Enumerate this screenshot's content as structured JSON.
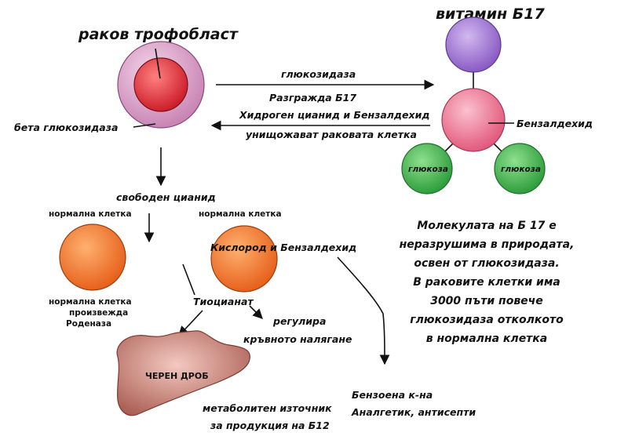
{
  "titles": {
    "trophoblast": "раков трофобласт",
    "vitamin": "витамин Б17"
  },
  "labels": {
    "beta_glucosidase": "бета глюкозидаза",
    "glucosidase": "глюкозидаза",
    "breaks_down": "Разгражда Б17",
    "hydrogen_cyanide": "Хидроген цианид и Бензалдехид",
    "destroy_cell": "унищожават раковата клетка",
    "benzaldehyde": "Бензалдехид",
    "glucose_left": "глюкоза",
    "glucose_right": "глюкоза",
    "free_cyanide": "свободен цианид",
    "normal_cell_1": "нормална клетка",
    "normal_cell_2": "нормална клетка",
    "oxygen_benzaldehyde": "Кислород и Бензалдехид",
    "normal_produces_1": "нормална клетка",
    "normal_produces_2": "произвежда",
    "normal_produces_3": "Роденаза",
    "thiocyanate": "Тиоцианат",
    "regulates_1": "регулира",
    "regulates_2": "кръвното налягане",
    "liver": "ЧЕРЕН ДРОБ",
    "metabolic_1": "метаболитен източник",
    "metabolic_2": "за продукция на Б12",
    "benzoic_1": "Бензоена к-на",
    "benzoic_2": "Аналгетик, антисепти"
  },
  "note": {
    "lines": [
      "Молекулата на Б 17 е",
      "неразрушима в природата,",
      "освен от глюкозидаза.",
      "В раковите клетки има",
      "3000 пъти повече",
      "глюкозидаза отколкото",
      "в нормална клетка"
    ]
  },
  "colors": {
    "trophoblast_outer": "#d9a0c8",
    "trophoblast_inner": "#e0343e",
    "purple_sphere": "#a97fd6",
    "pink_sphere": "#f07f98",
    "green_sphere": "#4fc25a",
    "orange_sphere": "#f07c2e",
    "liver": "#c87e74"
  }
}
